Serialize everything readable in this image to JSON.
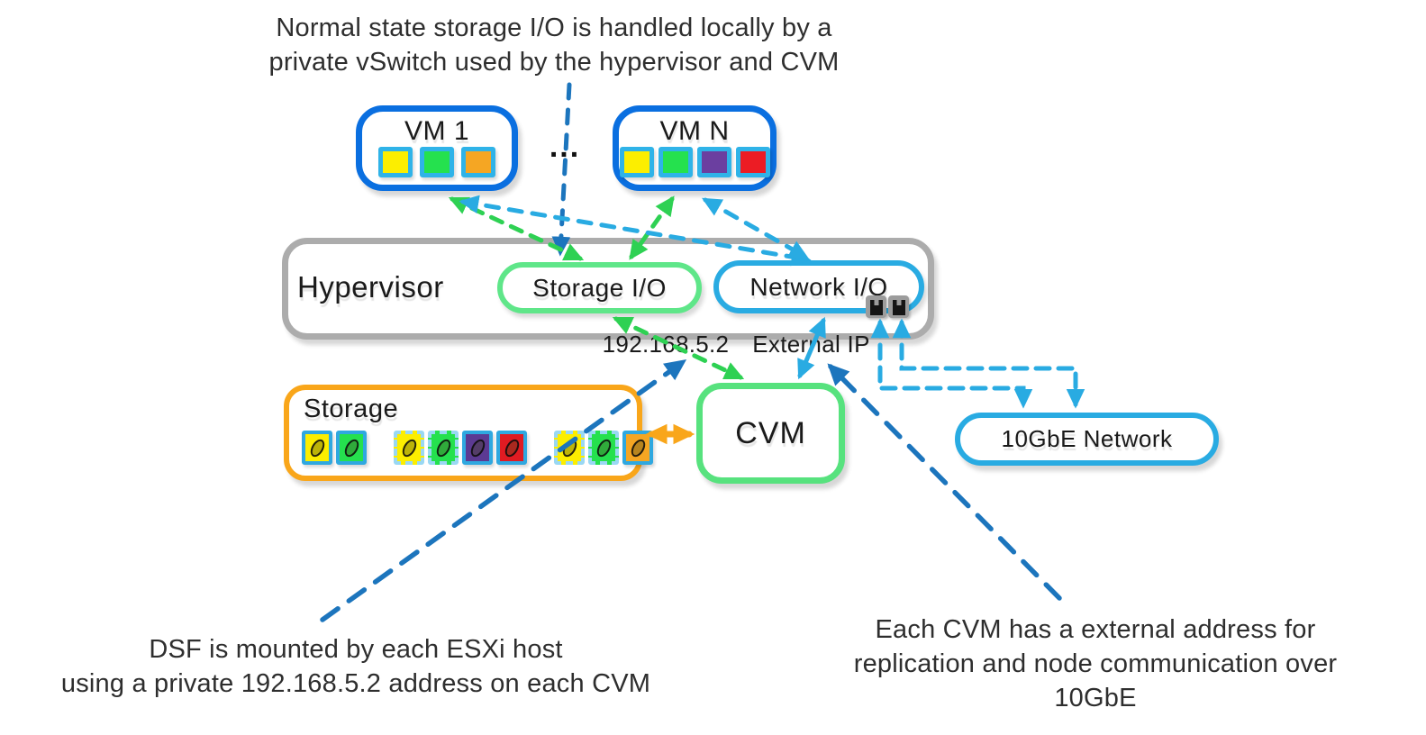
{
  "annotations": {
    "top": {
      "line1": "Normal state storage I/O is handled locally by a",
      "line2": "private vSwitch used by the hypervisor and CVM"
    },
    "bottom_left": {
      "line1": "DSF is mounted by each ESXi host",
      "line2": "using a private 192.168.5.2 address on each CVM"
    },
    "bottom_right": {
      "line1": "Each CVM has a external address for",
      "line2": "replication and node communication over",
      "line3": "10GbE"
    }
  },
  "nodes": {
    "vm1": {
      "label": "VM 1",
      "squares": [
        "#FCEE00",
        "#25E14E",
        "#F5A623"
      ]
    },
    "vmn": {
      "label": "VM N",
      "squares": [
        "#FCEE00",
        "#25E14E",
        "#6B3FA0",
        "#EC1C24"
      ]
    },
    "ellipsis": "...",
    "hypervisor": {
      "label": "Hypervisor"
    },
    "storage_io": {
      "label": "Storage I/O"
    },
    "network_io": {
      "label": "Network I/O"
    },
    "storage": {
      "label": "Storage",
      "disk_groups": [
        [
          {
            "fill": "#FCEE00",
            "border": "solid"
          },
          {
            "fill": "#25E14E",
            "border": "solid"
          }
        ],
        [
          {
            "fill": "#FCEE00",
            "border": "dashed"
          },
          {
            "fill": "#25E14E",
            "border": "dashed"
          },
          {
            "fill": "#5C3A93",
            "border": "solid"
          },
          {
            "fill": "#E01B22",
            "border": "solid"
          }
        ],
        [
          {
            "fill": "#FCEE00",
            "border": "dashed"
          },
          {
            "fill": "#25E14E",
            "border": "dashed"
          },
          {
            "fill": "#F5A623",
            "border": "solid"
          }
        ]
      ]
    },
    "cvm": {
      "label": "CVM"
    },
    "network_10gbe": {
      "label": "10GbE Network"
    }
  },
  "labels": {
    "private_ip": "192.168.5.2",
    "external_ip": "External IP"
  },
  "colors": {
    "vm_border_blue": "#0A6FE0",
    "cyan": "#29ABE2",
    "green_border": "#5FE689",
    "green_arrow": "#2ED153",
    "dark_blue": "#1C75BD",
    "orange": "#F9A61A",
    "hypervisor_gray": "#ACACAC"
  }
}
